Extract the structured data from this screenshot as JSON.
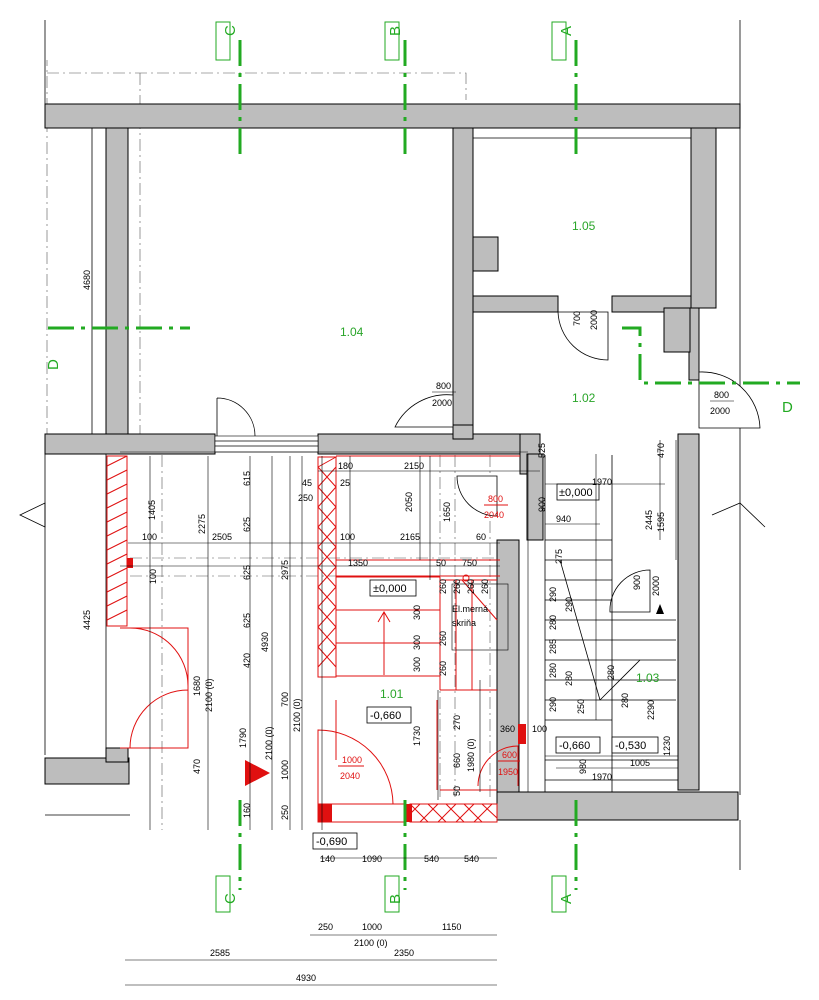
{
  "rooms": [
    {
      "id": "1.04"
    },
    {
      "id": "1.05"
    },
    {
      "id": "1.02"
    },
    {
      "id": "1.01"
    },
    {
      "id": "1.03"
    }
  ],
  "sections": {
    "a": "A",
    "b": "B",
    "c": "C",
    "d": "D"
  },
  "levels": {
    "zero": "±0,000",
    "zero2": "±0,000",
    "m660a": "-0,660",
    "m660b": "-0,660",
    "m530": "-0,530",
    "m690": "-0,690"
  },
  "labels": {
    "meter_box_line1": "El.merná",
    "meter_box_line2": "skriňa"
  },
  "doors": {
    "d104_w": "800",
    "d104_h": "2000",
    "d105_w": "700",
    "d105_h": "2000",
    "d102_w": "800",
    "d102_h": "2000",
    "d101_w": "1000",
    "d101_h": "2040",
    "d_meter_w": "800",
    "d_meter_h": "2040",
    "d_stair_w": "600",
    "d_stair_h": "1950",
    "d_103_w": "900",
    "d_103_h": "2000"
  },
  "dims": {
    "v4680": "4680",
    "v4425": "4425",
    "v1405": "1405",
    "v2275": "2275",
    "v2975": "2975",
    "v4930": "4930",
    "v615": "615",
    "v625a": "625",
    "v625b": "625",
    "v625c": "625",
    "v420": "420",
    "v700": "700",
    "v1000": "1000",
    "v250": "250",
    "v160": "160",
    "v1790": "1790",
    "v1680": "1680",
    "v470": "470",
    "v2100a": "2100 (0)",
    "v2100b": "2100 (0)",
    "v2100c": "2100 (0)",
    "v2050": "2050",
    "v1650": "1650",
    "v1730": "1730",
    "v660": "660",
    "v1980": "1980 (0)",
    "v50": "50",
    "v270": "270",
    "v525": "525",
    "v900": "900",
    "v470b": "470",
    "v2445": "2445",
    "v1595": "1595",
    "v2290": "2290",
    "v1230": "1230",
    "v980": "980",
    "h100a": "100",
    "h2505": "2505",
    "h100b": "100",
    "h1350": "1350",
    "h100c": "100",
    "h2165": "2165",
    "h60": "60",
    "h50": "50",
    "h750": "750",
    "h2150": "2150",
    "h180": "180",
    "h25": "25",
    "h45": "45",
    "h250": "250",
    "h1970a": "1970",
    "h940": "940",
    "h1005": "1005",
    "h1970b": "1970",
    "h360": "360",
    "h100d": "100",
    "s260_1": "260",
    "s260_2": "260",
    "s260_3": "260",
    "s260_4": "260",
    "s300_1": "300",
    "s300_2": "300",
    "s300_3": "300",
    "s260_5": "260",
    "s260_6": "260",
    "t275": "275",
    "t290a": "290",
    "t280a": "280",
    "t285": "285",
    "t280b": "280",
    "t290b": "290",
    "t280c": "280",
    "t290c": "290",
    "t250": "250",
    "t280d": "280",
    "t280e": "280",
    "b140": "140",
    "b1090": "1090",
    "b540a": "540",
    "b540b": "540",
    "c250": "250",
    "c1000": "1000",
    "c1150": "1150",
    "c2100": "2100 (0)",
    "c2585": "2585",
    "c2350": "2350",
    "c4930": "4930"
  }
}
